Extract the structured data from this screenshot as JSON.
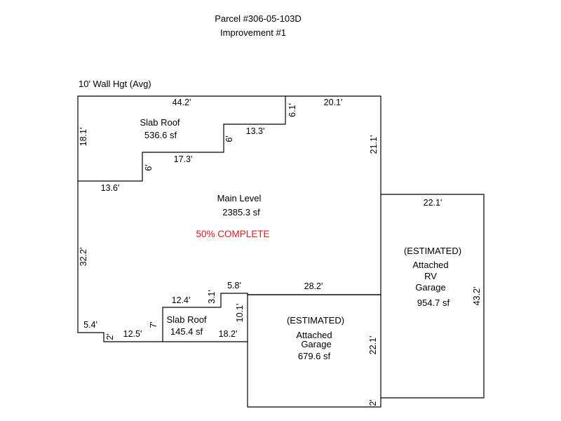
{
  "header": {
    "parcel": "Parcel #306-05-103D",
    "improvement": "Improvement #1",
    "wall_height": "10' Wall Hgt (Avg)"
  },
  "areas": {
    "slab_roof_top": {
      "name": "Slab Roof",
      "size": "536.6 sf"
    },
    "main_level": {
      "name": "Main Level",
      "size": "2385.3 sf",
      "status": "50% COMPLETE"
    },
    "slab_roof_bottom": {
      "name": "Slab Roof",
      "size": "145.4 sf"
    },
    "garage": {
      "estimated": "(ESTIMATED)",
      "name_line1": "Attached",
      "name_line2": "Garage",
      "size": "679.6 sf"
    },
    "rv_garage": {
      "estimated": "(ESTIMATED)",
      "name_line1": "Attached",
      "name_line2": "RV",
      "name_line3": "Garage",
      "size": "954.7 sf"
    }
  },
  "dimensions": {
    "top_44_2": "44.2'",
    "top_20_1": "20.1'",
    "step_6_1": "6.1'",
    "step_13_3": "13.3'",
    "step_6_a": "6'",
    "step_17_3": "17.3'",
    "step_6_b": "6'",
    "left_18_1": "18.1'",
    "slab_13_6": "13.6'",
    "right_21_1": "21.1'",
    "left_32_2": "32.2'",
    "rv_22_1": "22.1'",
    "rv_43_2": "43.2'",
    "bot_5_8": "5.8'",
    "bot_28_2": "28.2'",
    "bot_3_1": "3.1'",
    "bot_12_4": "12.4'",
    "bot_10_1": "10.1'",
    "bot_7": "7'",
    "bot_18_2": "18.2'",
    "bot_5_4": "5.4'",
    "bot_12_5": "12.5'",
    "bot_2_a": "2'",
    "garage_22_1": "22.1'",
    "garage_2_b": "2'"
  }
}
